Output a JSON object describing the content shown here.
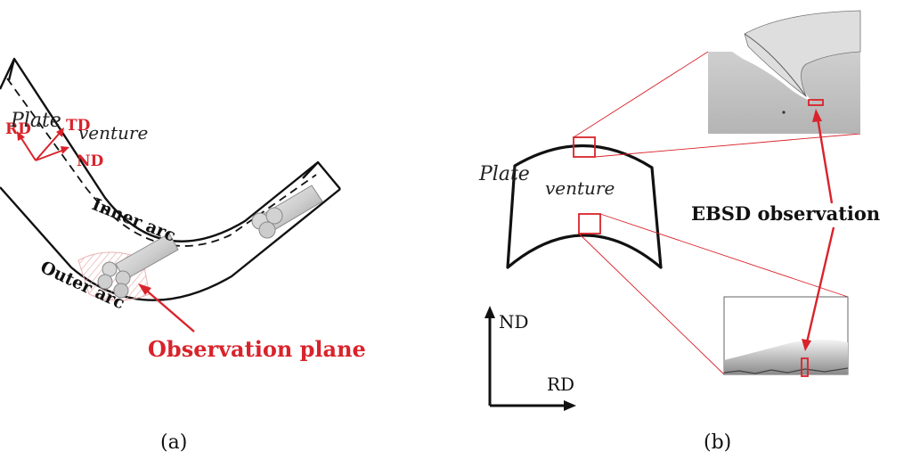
{
  "panel_a": {
    "caption": "(a)",
    "labels": {
      "inner_arc": "Inner arc",
      "outer_arc": "Outer arc",
      "observation_plane": "Observation plane",
      "rd": "RD",
      "td": "TD",
      "nd": "ND"
    }
  },
  "panel_b": {
    "caption": "(b)",
    "labels": {
      "ebsd": "EBSD observation",
      "nd": "ND",
      "rd": "RD"
    }
  },
  "watermark": {
    "line1": "Plate",
    "line2": "venture"
  },
  "colors": {
    "accent_red": "#d9232b",
    "ink": "#111111"
  }
}
